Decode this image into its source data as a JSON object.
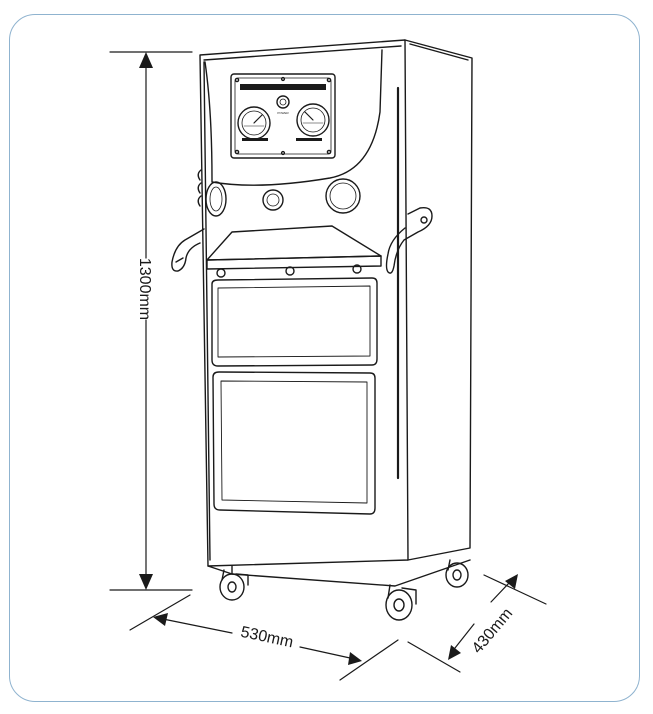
{
  "dimensions": {
    "height_label": "1300mm",
    "width_label": "530mm",
    "depth_label": "430mm"
  },
  "panel": {
    "power_label": "POWER"
  },
  "colors": {
    "frame_border": "#8fb3cf",
    "line": "#1a1a1a",
    "background": "#ffffff"
  }
}
